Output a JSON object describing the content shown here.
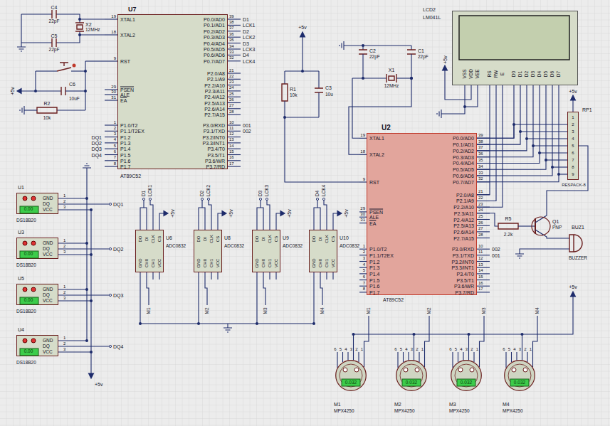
{
  "diagram": {
    "nodes": [
      {
        "text": [
          "U7",
          "AT89C52"
        ]
      },
      {
        "text": [
          "LCD2",
          "LM041L"
        ]
      },
      {
        "text": [
          "RP1",
          "RESPACK-8"
        ]
      },
      {
        "text": [
          "U2",
          "AT89C52"
        ]
      },
      {
        "text": [
          "U1",
          "DS18B20"
        ]
      },
      {
        "text": [
          "U3",
          "DS18B20"
        ]
      },
      {
        "text": [
          "U5",
          "DS18B20"
        ]
      },
      {
        "text": [
          "U4",
          "DS18B20"
        ]
      },
      {
        "text": [
          "U6",
          "ADC0832"
        ]
      },
      {
        "text": [
          "U8",
          "ADC0832"
        ]
      },
      {
        "text": [
          "U9",
          "ADC0832"
        ]
      },
      {
        "text": [
          "U10",
          "ADC0832"
        ]
      },
      {
        "text": [
          "M1",
          "MPX4250"
        ]
      },
      {
        "text": [
          "M2",
          "MPX4250"
        ]
      },
      {
        "text": [
          "M3",
          "MPX4250"
        ]
      },
      {
        "text": [
          "M4",
          "MPX4250"
        ]
      }
    ],
    "edges": [
      {
        "from": 3,
        "to": 1,
        "arrow": "none"
      },
      {
        "from": 3,
        "to": 2,
        "arrow": "none"
      }
    ],
    "labels": [
      "C4",
      "22pF",
      "C5",
      "22pF",
      "X2",
      "12MHz",
      "C6",
      "10uF",
      "R2",
      "10k",
      "+5v",
      "XTAL1",
      "XTAL2",
      "RST",
      "PSEN",
      "ALE",
      "EA",
      "P1.0/T2",
      "P1.1/T2EX",
      "P1.2",
      "P1.3",
      "P1.4",
      "P1.5",
      "P1.6",
      "P1.7",
      "19",
      "18",
      "9",
      "29",
      "30",
      "31",
      "1",
      "2",
      "3",
      "4",
      "5",
      "6",
      "7",
      "8",
      "P0.0/AD0",
      "P0.1/AD1",
      "P0.2/AD2",
      "P0.3/AD3",
      "P0.4/AD4",
      "P0.5/AD5",
      "P0.6/AD6",
      "P0.7/AD7",
      "P2.0/A8",
      "P2.1/A9",
      "P2.2/A10",
      "P2.3/A11",
      "P2.4/A12",
      "P2.5/A13",
      "P2.6/A14",
      "P2.7/A15",
      "P3.0/RXD",
      "P3.1/TXD",
      "P3.2/INT0",
      "P3.3/INT1",
      "P3.4/T0",
      "P3.5/T1",
      "P3.6/WR",
      "P3.7/RD",
      "39",
      "38",
      "37",
      "36",
      "35",
      "34",
      "33",
      "32",
      "21",
      "22",
      "23",
      "24",
      "25",
      "26",
      "27",
      "28",
      "10",
      "11",
      "12",
      "13",
      "14",
      "15",
      "16",
      "17",
      "D1",
      "LCK1",
      "D2",
      "LCK2",
      "D3",
      "LCK3",
      "D4",
      "LCK4",
      "001",
      "002",
      "DQ1",
      "DQ2",
      "DQ3",
      "DQ4",
      "+5v",
      "R1",
      "10k",
      "C3",
      "10u",
      "C2",
      "22pF",
      "C1",
      "22pF",
      "X1",
      "12MHz",
      "VSS",
      "VDD",
      "VEE",
      "RS",
      "RW",
      "E",
      "D0",
      "D1",
      "D2",
      "D3",
      "D4",
      "D5",
      "D6",
      "D7",
      "+5v",
      "+5v",
      "1",
      "2",
      "3",
      "4",
      "5",
      "6",
      "7",
      "8",
      "9",
      "XTAL1",
      "XTAL2",
      "RST",
      "PSEN",
      "ALE",
      "EA",
      "P1.0/T2",
      "P1.1/T2EX",
      "P1.2",
      "P1.3",
      "P1.4",
      "P1.5",
      "P1.6",
      "P1.7",
      "19",
      "18",
      "9",
      "29",
      "30",
      "31",
      "1",
      "2",
      "3",
      "4",
      "5",
      "6",
      "7",
      "8",
      "P0.0/AD0",
      "P0.1/AD1",
      "P0.2/AD2",
      "P0.3/AD3",
      "P0.4/AD4",
      "P0.5/AD5",
      "P0.6/AD6",
      "P0.7/AD7",
      "P2.0/A8",
      "P2.1/A9",
      "P2.2/A10",
      "P2.3/A11",
      "P2.4/A12",
      "P2.5/A13",
      "P2.6/A14",
      "P2.7/A15",
      "P3.0/RXD",
      "P3.1/TXD",
      "P3.2/INT0",
      "P3.3/INT1",
      "P3.4/T0",
      "P3.5/T1",
      "P3.6/WR",
      "P3.7/RD",
      "39",
      "38",
      "37",
      "36",
      "35",
      "34",
      "33",
      "32",
      "21",
      "22",
      "23",
      "24",
      "25",
      "26",
      "27",
      "28",
      "10",
      "11",
      "12",
      "13",
      "14",
      "15",
      "16",
      "17",
      "002",
      "001",
      "R5",
      "2.2k",
      "Q1",
      "PNP",
      "BUZ1",
      "BUZZER",
      "GND",
      "DQ",
      "VCC",
      "1",
      "2",
      "3",
      "0.00",
      "DQ1",
      "GND",
      "DQ",
      "VCC",
      "1",
      "2",
      "3",
      "0.00",
      "DQ2",
      "GND",
      "DQ",
      "VCC",
      "1",
      "2",
      "3",
      "0.00",
      "DQ3",
      "GND",
      "DQ",
      "VCC",
      "1",
      "2",
      "3",
      "0.00",
      "DQ4",
      "+5v",
      "DO",
      "DI",
      "CLK",
      "CS",
      "GND",
      "CH0",
      "CH1",
      "VCC",
      "D1",
      "LCK1",
      "+5v",
      "M1",
      "DO",
      "DI",
      "CLK",
      "CS",
      "GND",
      "CH0",
      "CH1",
      "VCC",
      "D2",
      "LCK2",
      "+5v",
      "M2",
      "DO",
      "DI",
      "CLK",
      "CS",
      "GND",
      "CH0",
      "CH1",
      "VCC",
      "D3",
      "LCK3",
      "+5v",
      "M3",
      "DO",
      "DI",
      "CLK",
      "CS",
      "GND",
      "CH0",
      "CH1",
      "VCC",
      "D4",
      "LCK4",
      "+5v",
      "M4",
      "6",
      "5",
      "4",
      "3",
      "2",
      "1",
      "0.032",
      "M1",
      "6",
      "5",
      "4",
      "3",
      "2",
      "1",
      "0.032",
      "M2",
      "6",
      "5",
      "4",
      "3",
      "2",
      "1",
      "0.032",
      "M3",
      "6",
      "5",
      "4",
      "3",
      "2",
      "1",
      "0.032",
      "M4",
      "+5v"
    ]
  }
}
